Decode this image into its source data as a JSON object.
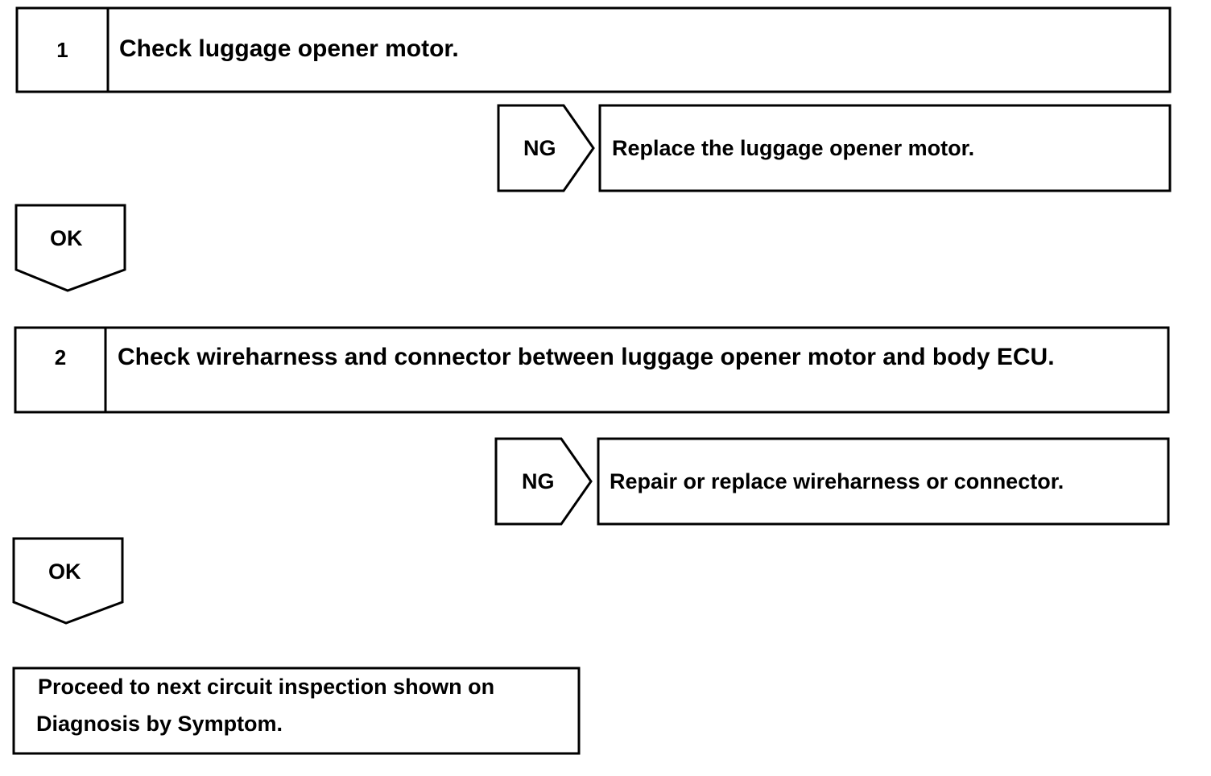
{
  "steps": [
    {
      "number": "1",
      "text": "Check luggage opener motor."
    },
    {
      "number": "2",
      "text": "Check wireharness and connector between luggage opener motor and body ECU."
    }
  ],
  "ng_branches": [
    {
      "label": "NG",
      "action": "Replace the luggage opener motor."
    },
    {
      "label": "NG",
      "action": "Repair or replace wireharness or connector."
    }
  ],
  "ok_arrows": [
    {
      "label": "OK"
    },
    {
      "label": "OK"
    }
  ],
  "final": {
    "line1": "Proceed to next circuit inspection shown on",
    "line2": "Diagnosis by Symptom."
  }
}
